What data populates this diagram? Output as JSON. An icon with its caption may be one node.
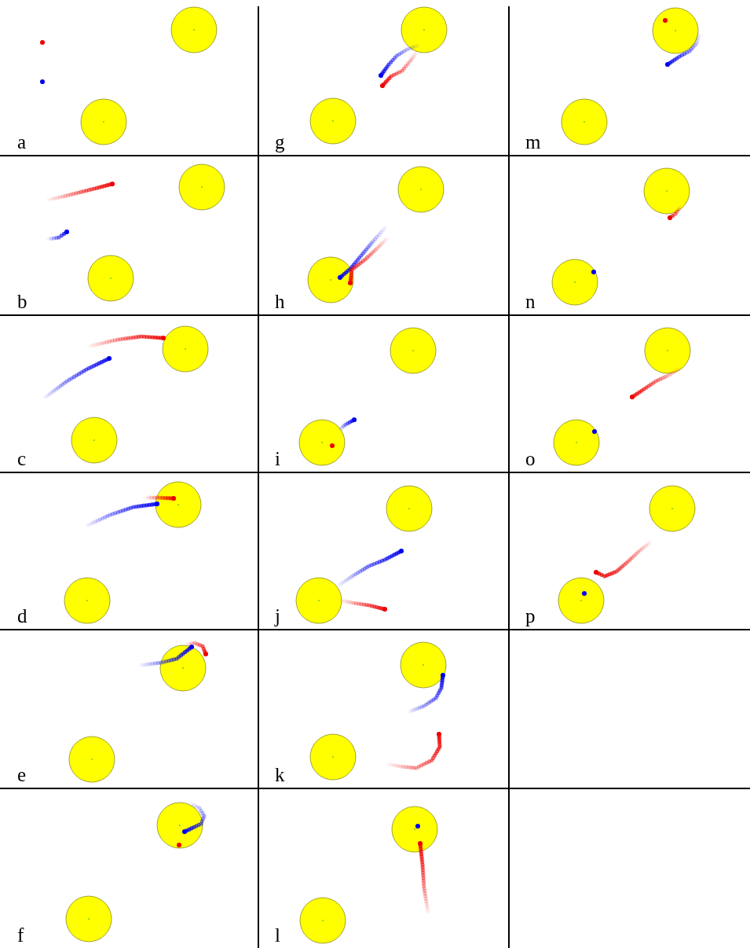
{
  "diagram": {
    "labels": [
      "a",
      "g",
      "m",
      "b",
      "h",
      "n",
      "c",
      "i",
      "o",
      "d",
      "j",
      "p",
      "e",
      "k",
      "f",
      "l"
    ]
  }
}
